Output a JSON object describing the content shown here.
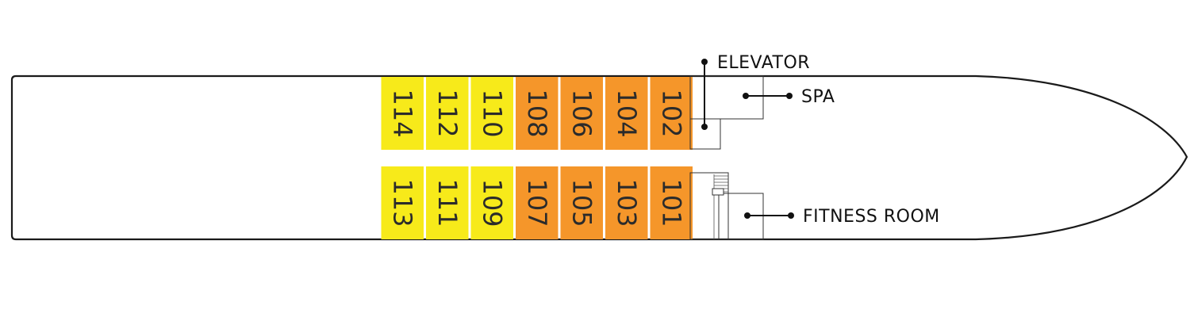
{
  "colors": {
    "yellow_cabin": "#f7ea1a",
    "orange_cabin": "#f5962a",
    "hull_stroke": "#1a1a1a",
    "cabin_text": "#2b2b2b"
  },
  "cabins_top": [
    {
      "number": "114",
      "category": "yellow"
    },
    {
      "number": "112",
      "category": "yellow"
    },
    {
      "number": "110",
      "category": "yellow"
    },
    {
      "number": "108",
      "category": "orange"
    },
    {
      "number": "106",
      "category": "orange"
    },
    {
      "number": "104",
      "category": "orange"
    },
    {
      "number": "102",
      "category": "orange"
    }
  ],
  "cabins_bottom": [
    {
      "number": "113",
      "category": "yellow"
    },
    {
      "number": "111",
      "category": "yellow"
    },
    {
      "number": "109",
      "category": "yellow"
    },
    {
      "number": "107",
      "category": "orange"
    },
    {
      "number": "105",
      "category": "orange"
    },
    {
      "number": "103",
      "category": "orange"
    },
    {
      "number": "101",
      "category": "orange"
    }
  ],
  "labels": {
    "elevator": "ELEVATOR",
    "spa": "SPA",
    "fitness_room": "FITNESS ROOM"
  }
}
